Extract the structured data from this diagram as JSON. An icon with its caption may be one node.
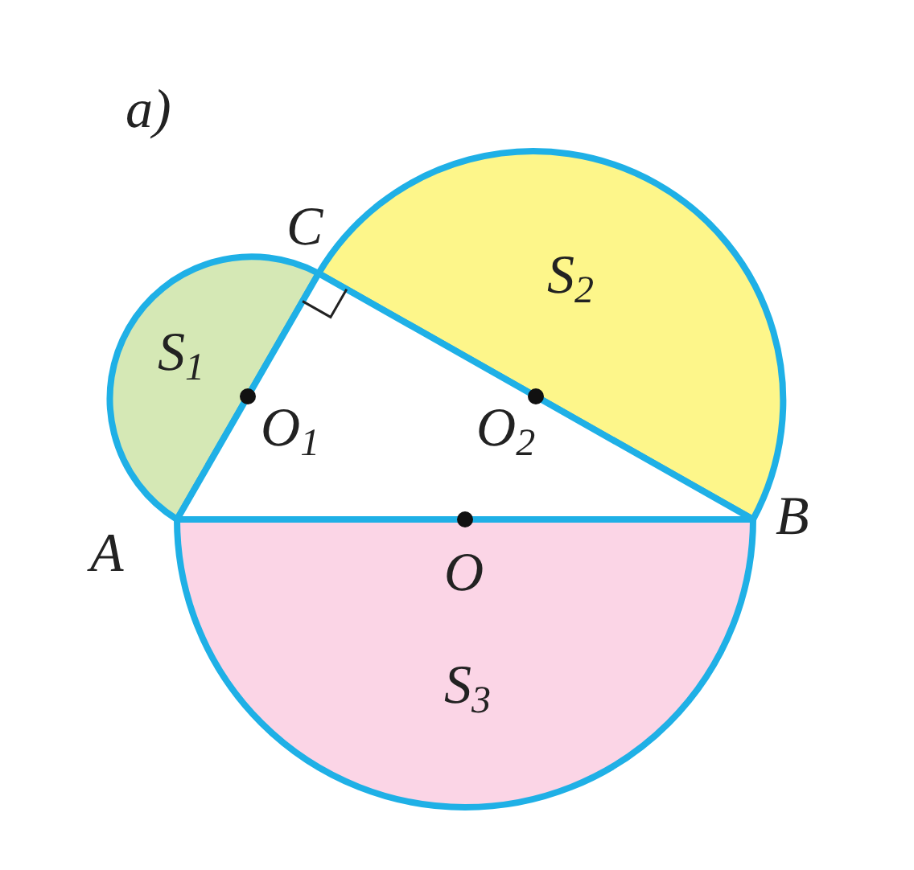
{
  "diagram": {
    "labels": [
      "a)",
      "C",
      "S$_{2}$",
      "S$_{1}$",
      "O$_{1}$",
      "O$_{2}$",
      "B",
      "A",
      "O",
      "S$_{3}$"
    ]
  }
}
